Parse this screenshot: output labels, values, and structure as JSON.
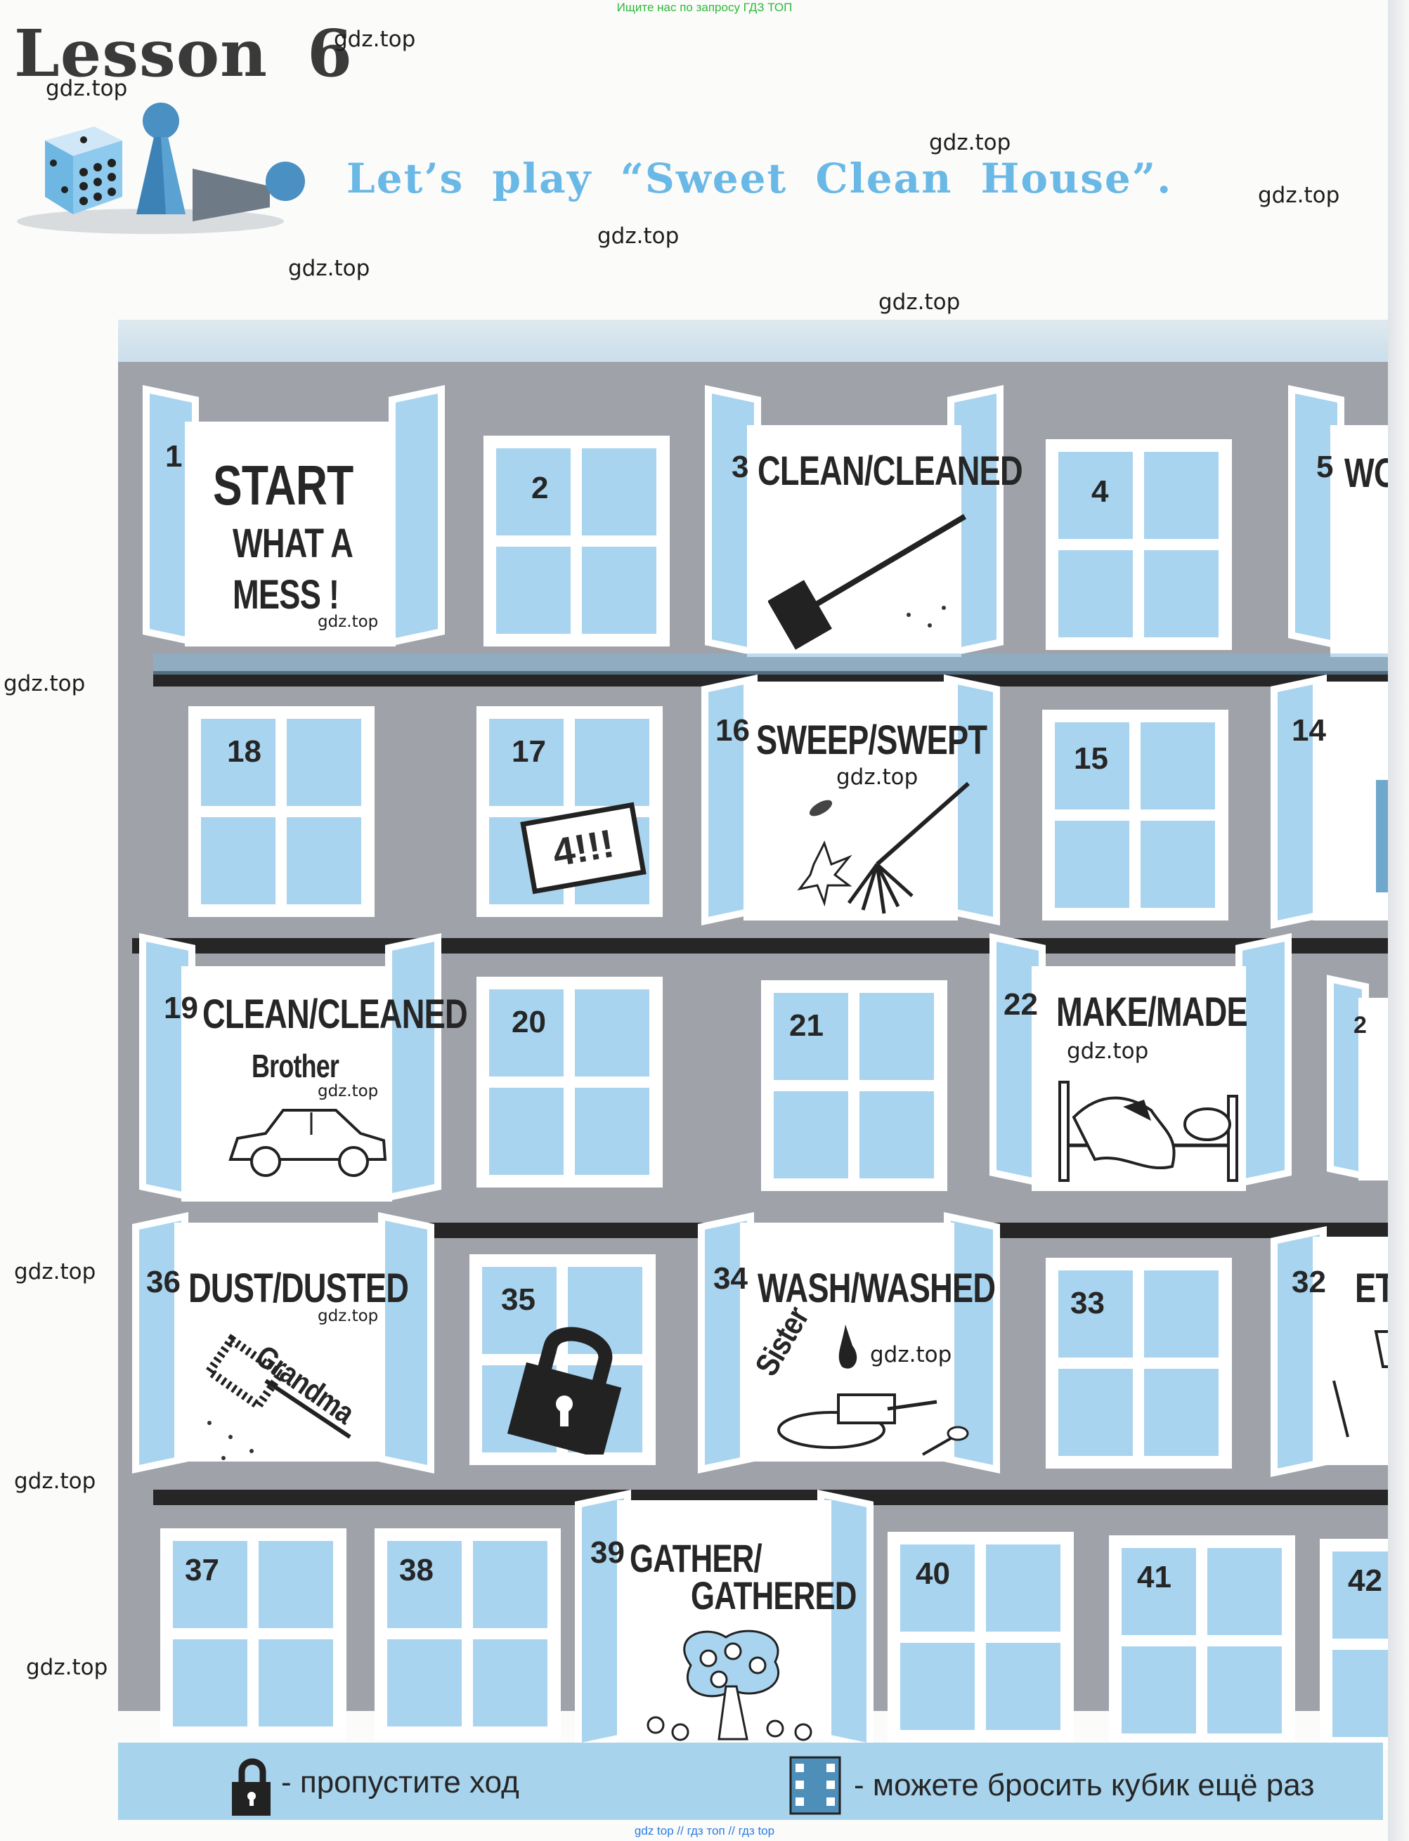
{
  "top_banner": "Ищите нас по запросу ГДЗ ТОП",
  "bottom_banner": "gdz top // гдз топ // гдз top",
  "watermark": "gdz.top",
  "lesson": {
    "word": "Lesson",
    "number": "6"
  },
  "subtitle": "Let’s play “Sweet Clean House”.",
  "cells": {
    "c1": {
      "num": "1",
      "line1": "START",
      "line2": "WHAT A",
      "line3": "MESS !"
    },
    "c2": {
      "num": "2"
    },
    "c3": {
      "num": "3",
      "text": "CLEAN/CLEANED"
    },
    "c4": {
      "num": "4"
    },
    "c5": {
      "num": "5",
      "text": "WORK"
    },
    "c14": {
      "num": "14"
    },
    "c15": {
      "num": "15"
    },
    "c16": {
      "num": "16",
      "text": "SWEEP/SWEPT"
    },
    "c17": {
      "num": "17",
      "sign": "4!!!"
    },
    "c18": {
      "num": "18"
    },
    "c19": {
      "num": "19",
      "text": "CLEAN/CLEANED",
      "who": "Brother"
    },
    "c20": {
      "num": "20"
    },
    "c21": {
      "num": "21"
    },
    "c22": {
      "num": "22",
      "text": "MAKE/MADE"
    },
    "c23": {
      "num": "2"
    },
    "c32": {
      "num": "32",
      "text": "ET"
    },
    "c33": {
      "num": "33"
    },
    "c34": {
      "num": "34",
      "text": "WASH/WASHED",
      "who": "Sister"
    },
    "c35": {
      "num": "35"
    },
    "c36": {
      "num": "36",
      "text": "DUST/DUSTED",
      "who": "Grandma"
    },
    "c37": {
      "num": "37"
    },
    "c38": {
      "num": "38"
    },
    "c39": {
      "num": "39",
      "line1": "GATHER/",
      "line2": "GATHERED"
    },
    "c40": {
      "num": "40"
    },
    "c41": {
      "num": "41"
    },
    "c42": {
      "num": "42"
    }
  },
  "legend": {
    "lock_text": "- пропустите ход",
    "dice_text": "- можете бросить кубик ещё раз"
  },
  "colors": {
    "accent": "#6ab8e6",
    "pane": "#a8d4ef",
    "wall": "#9fa3a9",
    "ledge": "#262626"
  }
}
